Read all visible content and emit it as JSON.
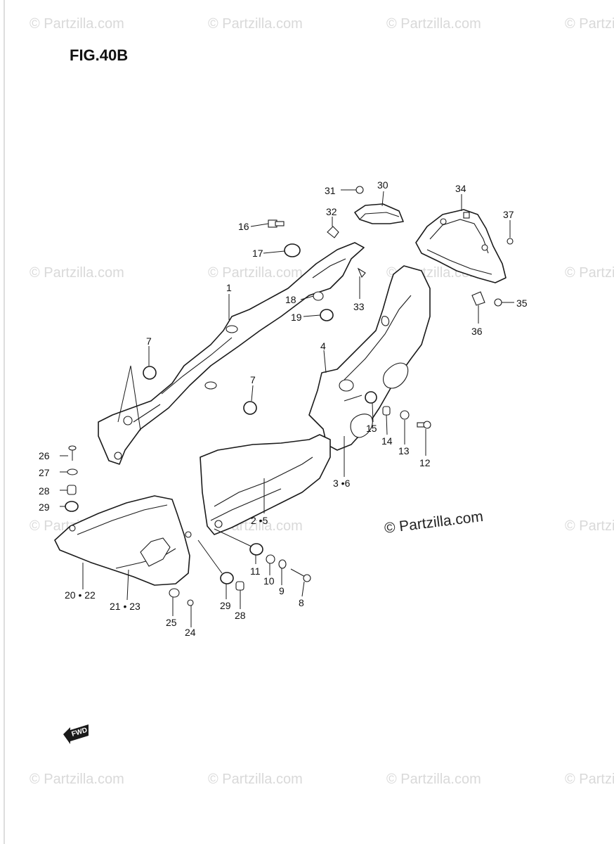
{
  "figure": {
    "title": "FIG.40B"
  },
  "watermark": {
    "text": "© Partzilla.com",
    "center_text": "© Partzilla.com"
  },
  "callouts": {
    "c1": "1",
    "c2_5": "2 •5",
    "c3_6": "3 •6",
    "c4": "4",
    "c7a": "7",
    "c7b": "7",
    "c8": "8",
    "c9": "9",
    "c10": "10",
    "c11": "11",
    "c12": "12",
    "c13": "13",
    "c14": "14",
    "c15": "15",
    "c16": "16",
    "c17": "17",
    "c18": "18",
    "c19": "19",
    "c20_22": "20 • 22",
    "c21_23": "21 • 23",
    "c24": "24",
    "c25": "25",
    "c26": "26",
    "c27": "27",
    "c28a": "28",
    "c28b": "28",
    "c29a": "29",
    "c29b": "29",
    "c30": "30",
    "c31": "31",
    "c32": "32",
    "c33": "33",
    "c34": "34",
    "c35": "35",
    "c36": "36",
    "c37": "37"
  },
  "fwd": {
    "label": "FWD",
    "icon": "fwd-arrow-icon"
  }
}
